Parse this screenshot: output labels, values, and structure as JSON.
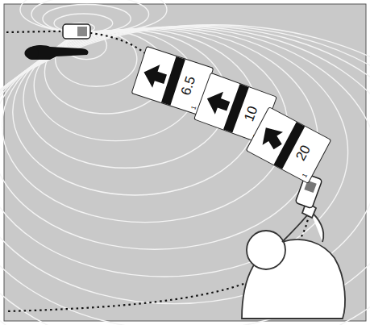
{
  "diagram": {
    "nodes": [
      {
        "text": [
          "6.5",
          "1"
        ]
      },
      {
        "text": [
          "10",
          "1"
        ]
      },
      {
        "text": [
          "20",
          "1"
        ]
      }
    ]
  }
}
